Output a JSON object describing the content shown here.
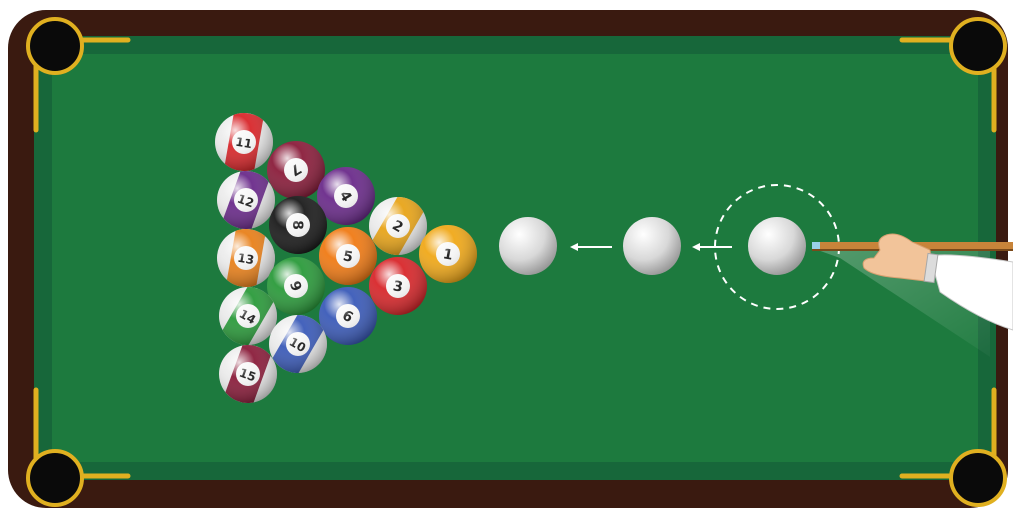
{
  "scene": "pool-table-break-diagram",
  "colors": {
    "rail": "#3a1a10",
    "cushion": "#1a6a38",
    "felt": "#1d7a3e",
    "pocket": "#0a0a0a",
    "pocket_trim": "#e0b020",
    "cue_ball": "#e8e8e8",
    "cue_stick": "#c8843a",
    "arrow": "#ffffff"
  },
  "cue_balls": [
    "cue-ball-target",
    "cue-ball-mid",
    "cue-ball-start"
  ],
  "balls": [
    {
      "number": "11",
      "color": "#d8262a",
      "stripe": true
    },
    {
      "number": "7",
      "color": "#8a1c3a",
      "stripe": false
    },
    {
      "number": "12",
      "color": "#6a2a8a",
      "stripe": true
    },
    {
      "number": "4",
      "color": "#6a2a8a",
      "stripe": false
    },
    {
      "number": "8",
      "color": "#1a1a1a",
      "stripe": false
    },
    {
      "number": "2",
      "color": "#e8a418",
      "stripe": true
    },
    {
      "number": "13",
      "color": "#e8801a",
      "stripe": true
    },
    {
      "number": "5",
      "color": "#f07a14",
      "stripe": false
    },
    {
      "number": "1",
      "color": "#f0a818",
      "stripe": false
    },
    {
      "number": "9",
      "color": "#2a9a3a",
      "stripe": false
    },
    {
      "number": "3",
      "color": "#d8262a",
      "stripe": false
    },
    {
      "number": "14",
      "color": "#2a9a3a",
      "stripe": true
    },
    {
      "number": "6",
      "color": "#3a5ab8",
      "stripe": false
    },
    {
      "number": "10",
      "color": "#3a5ab8",
      "stripe": true
    },
    {
      "number": "15",
      "color": "#8a1c3a",
      "stripe": true
    }
  ]
}
